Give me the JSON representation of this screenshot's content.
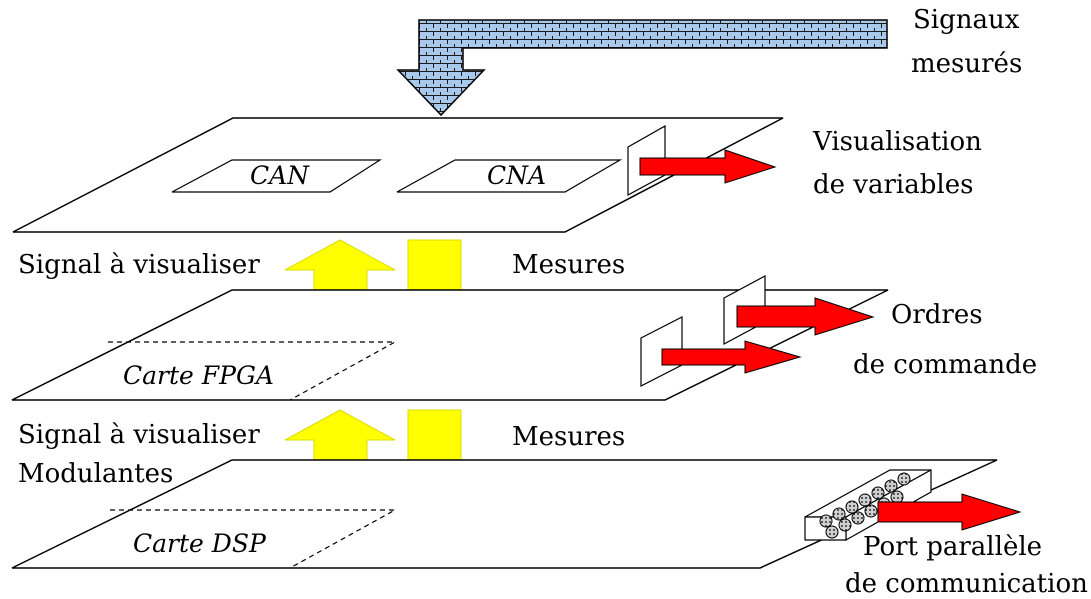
{
  "labels": {
    "measured_signals": [
      "Signaux",
      "mesurés"
    ],
    "variable_display": [
      "Visualisation",
      "de variables"
    ],
    "can": "CAN",
    "cna": "CNA",
    "signal_to_display_top": "Signal à visualiser",
    "measures_top": "Mesures",
    "fpga_card": "Carte FPGA",
    "control_orders": [
      "Ordres",
      "de commande"
    ],
    "signal_to_display_bottom": "Signal à visualiser",
    "modulating": "Modulantes",
    "measures_bottom": "Mesures",
    "dsp_card": "Carte DSP",
    "parallel_port": [
      "Port parallèle",
      "de communication"
    ]
  },
  "colors": {
    "blue_arrow": "#a8c8ec",
    "yellow_arrow": "#ffff00",
    "red_arrow": "#ff0000",
    "line": "#000000"
  }
}
